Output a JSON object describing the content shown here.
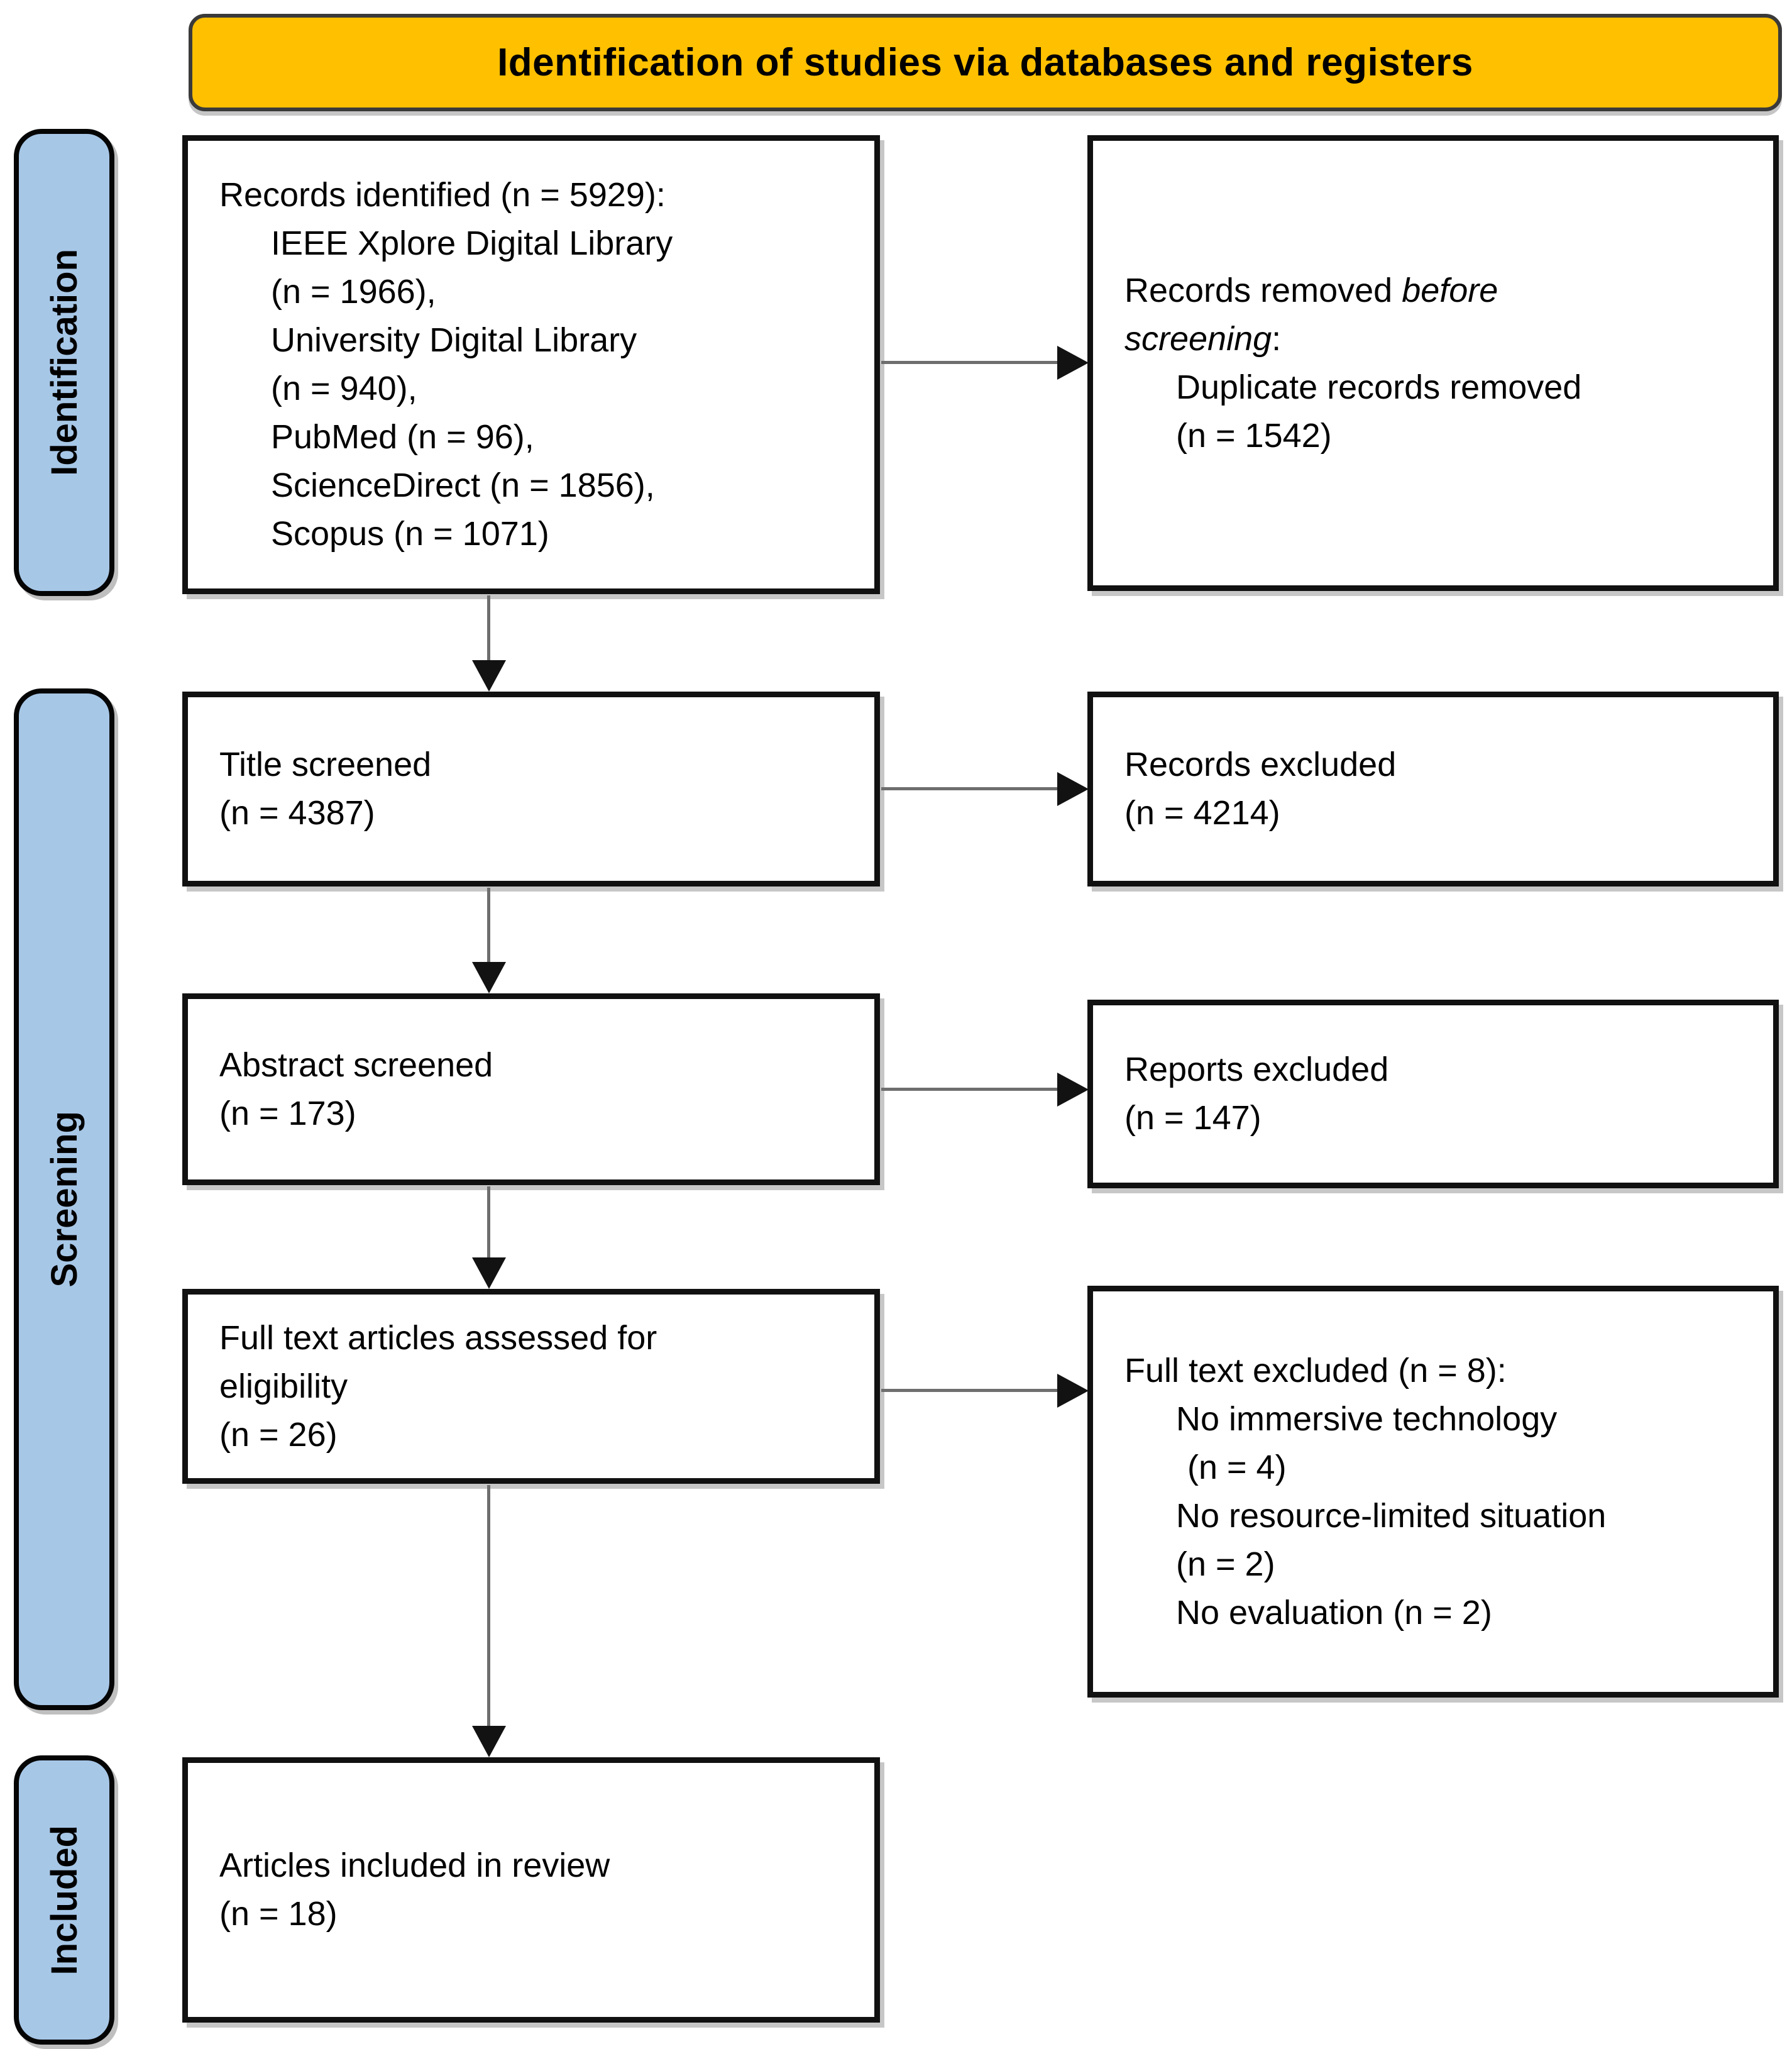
{
  "banner": {
    "title": "Identification of studies via databases and registers"
  },
  "sidebar": {
    "stages": [
      {
        "label": "Identification"
      },
      {
        "label": "Screening"
      },
      {
        "label": "Included"
      }
    ]
  },
  "flow": {
    "records_identified": {
      "title": "Records identified (n = 5929):",
      "sources": [
        "IEEE Xplore Digital Library",
        "(n = 1966),",
        "University Digital Library",
        "(n = 940),",
        "PubMed (n = 96),",
        "ScienceDirect (n = 1856),",
        "Scopus (n = 1071)"
      ]
    },
    "title_screened": {
      "lines": [
        "Title screened",
        "(n = 4387)"
      ]
    },
    "abstract_screened": {
      "lines": [
        "Abstract screened",
        "(n = 173)"
      ]
    },
    "full_text_assessed": {
      "lines": [
        "Full text articles assessed for",
        "eligibility",
        "(n = 26)"
      ]
    },
    "articles_included": {
      "lines": [
        "Articles included in review",
        "(n = 18)"
      ]
    },
    "records_removed": {
      "line1_normal": "Records removed ",
      "line1_italic": "before",
      "line2_italic": "screening",
      "line2_normal": ":",
      "details": [
        "Duplicate records removed",
        "(n = 1542)"
      ]
    },
    "records_excluded": {
      "lines": [
        "Records excluded",
        "(n = 4214)"
      ]
    },
    "reports_excluded": {
      "lines": [
        "Reports excluded",
        "(n = 147)"
      ]
    },
    "full_text_excluded": {
      "title": "Full text excluded (n = 8):",
      "reasons": [
        "No immersive technology",
        "(n = 4)",
        "No resource-limited situation",
        "(n = 2)",
        "No evaluation (n = 2)"
      ]
    }
  },
  "colors": {
    "banner_fill": "#FFC000",
    "stage_fill": "#A7C7E7",
    "box_fill": "#FFFFFF",
    "box_border": "#111111",
    "arrow_line": "#6E6E6E",
    "arrow_head": "#121212",
    "text": "#000000"
  }
}
